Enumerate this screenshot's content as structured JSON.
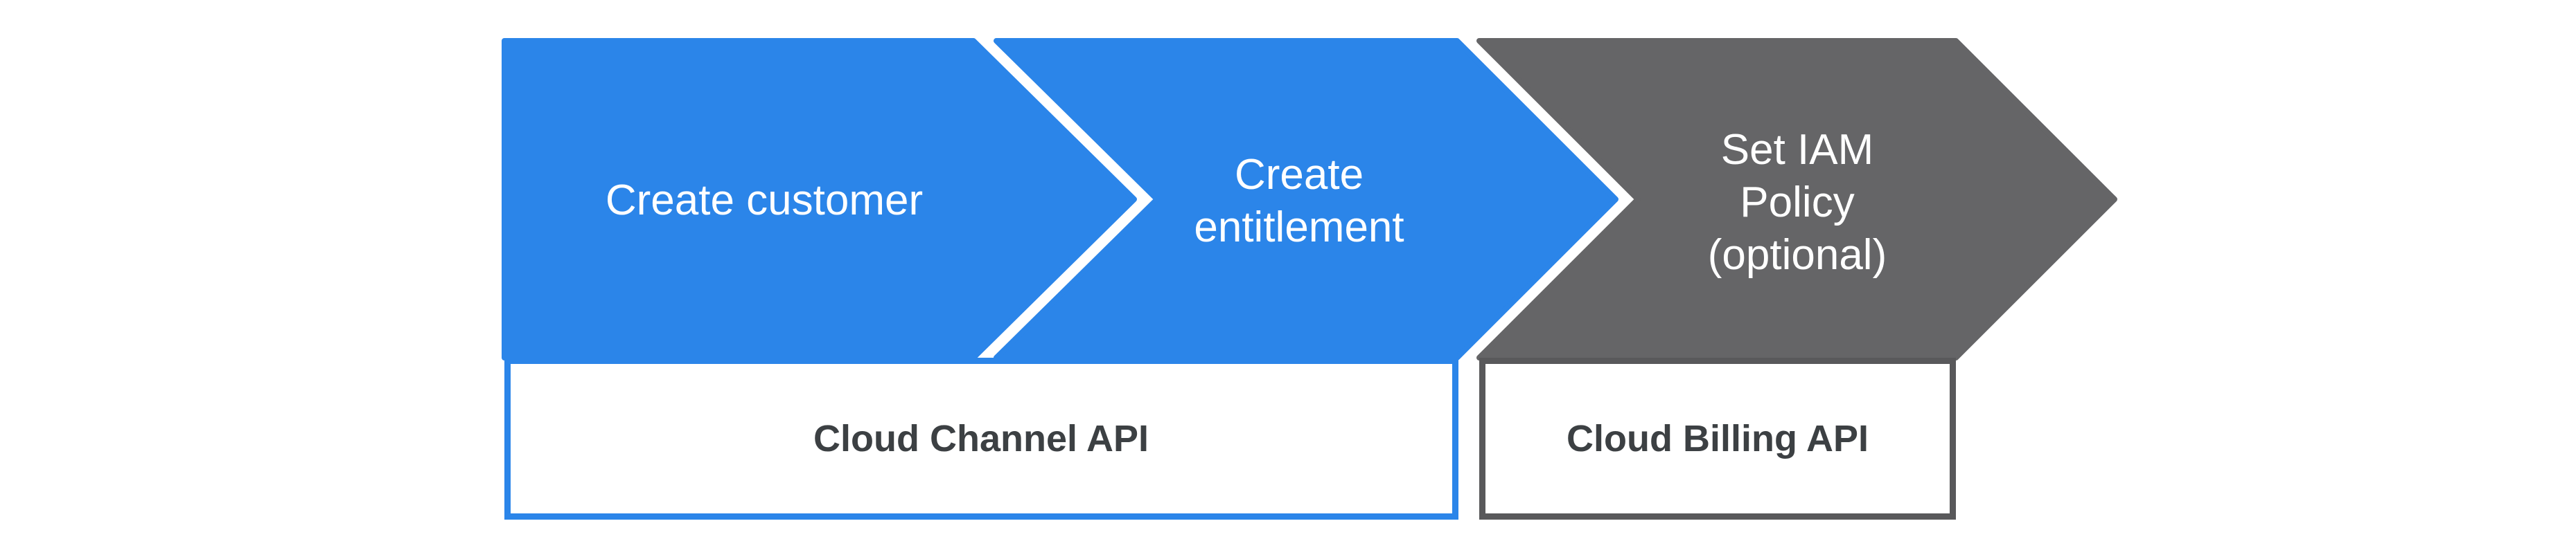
{
  "diagram": {
    "type": "process-flow",
    "background": "#FFFFFF",
    "steps": [
      {
        "id": "create-customer",
        "label": "Create customer",
        "fill": "#2B85E9",
        "text_color": "#FFFFFF"
      },
      {
        "id": "create-entitlement",
        "label": "Create\nentitlement",
        "fill": "#2B85E9",
        "text_color": "#FFFFFF"
      },
      {
        "id": "set-iam-policy",
        "label": "Set IAM\nPolicy\n(optional)",
        "fill": "#656567",
        "text_color": "#FFFFFF"
      }
    ],
    "api_boxes": [
      {
        "id": "cloud-channel-api",
        "label": "Cloud Channel API",
        "border_color": "#2B85E9",
        "fill": "#FFFFFF",
        "text_color": "#3C4043"
      },
      {
        "id": "cloud-billing-api",
        "label": "Cloud Billing API",
        "border_color": "#59595B",
        "fill": "#FFFFFF",
        "text_color": "#3C4043"
      }
    ]
  }
}
